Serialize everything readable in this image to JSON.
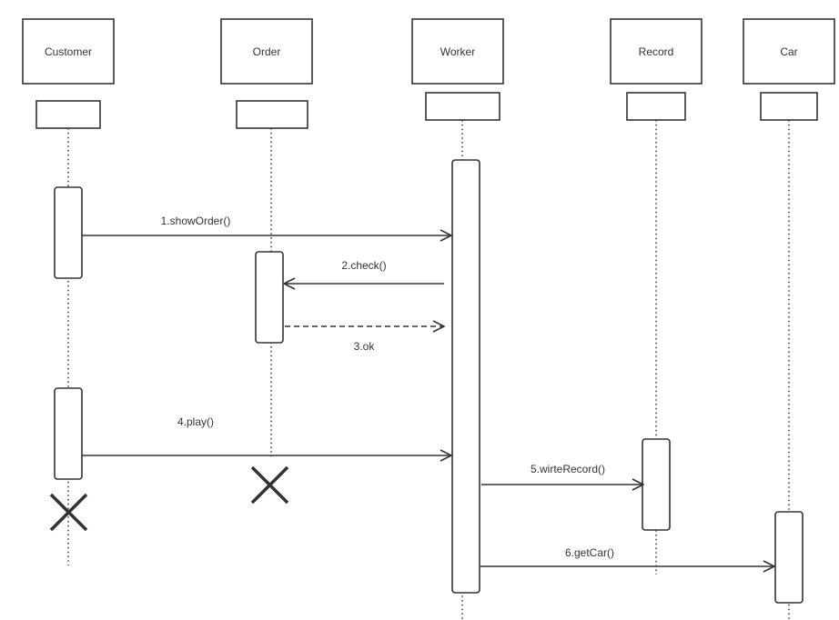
{
  "participants": [
    {
      "id": "customer",
      "label": "Customer"
    },
    {
      "id": "order",
      "label": "Order"
    },
    {
      "id": "worker",
      "label": "Worker"
    },
    {
      "id": "record",
      "label": "Record"
    },
    {
      "id": "car",
      "label": "Car"
    }
  ],
  "messages": [
    {
      "id": "m1",
      "label": "1.showOrder()",
      "from": "customer",
      "to": "worker",
      "style": "solid"
    },
    {
      "id": "m2",
      "label": "2.check()",
      "from": "worker",
      "to": "order",
      "style": "solid"
    },
    {
      "id": "m3",
      "label": "3.ok",
      "from": "order",
      "to": "worker",
      "style": "dashed"
    },
    {
      "id": "m4",
      "label": "4.play()",
      "from": "customer",
      "to": "worker",
      "style": "solid"
    },
    {
      "id": "m5",
      "label": "5.wirteRecord()",
      "from": "worker",
      "to": "record",
      "style": "solid"
    },
    {
      "id": "m6",
      "label": "6.getCar()",
      "from": "worker",
      "to": "car",
      "style": "solid"
    }
  ],
  "destroyed": [
    "customer",
    "order"
  ],
  "colors": {
    "stroke": "#333333",
    "background": "#ffffff"
  }
}
